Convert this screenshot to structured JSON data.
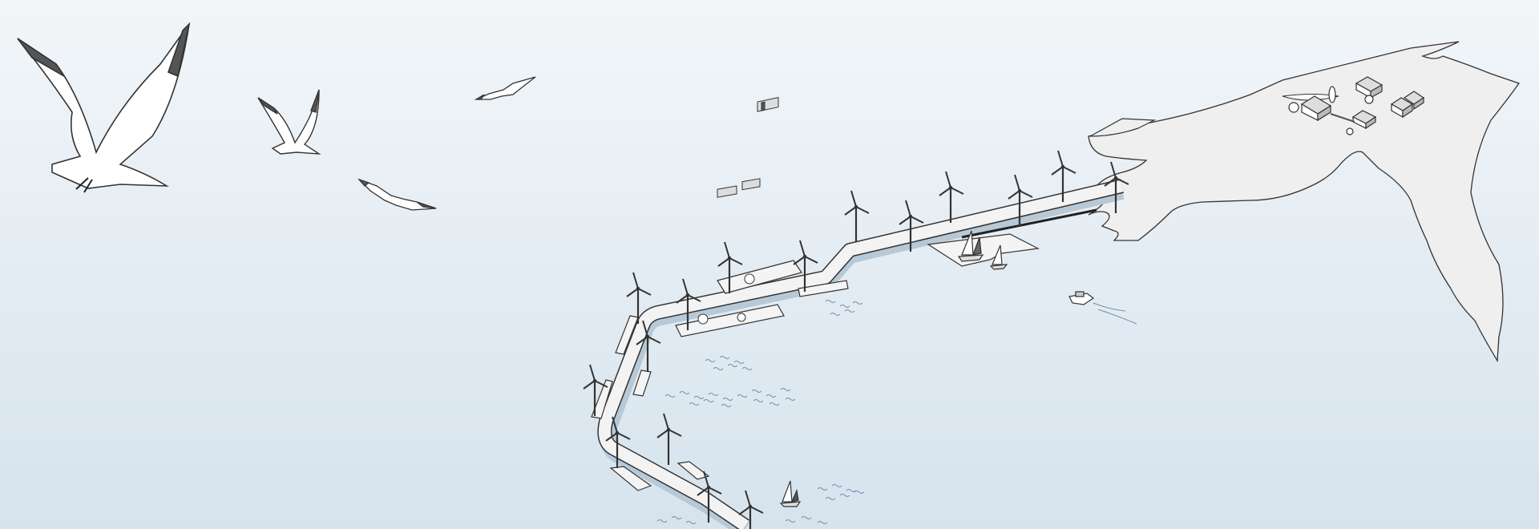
{
  "scene": {
    "title": "",
    "description_visible_text": "",
    "colors": {
      "sky_top": "#eef3f7",
      "sky_bottom": "#d7e4ee",
      "water": "#dce8f1",
      "land": "#efefef",
      "outline": "#333333",
      "wing_tip": "#555555",
      "boardwalk": "#f3f3f3",
      "boardwalk_edge": "#b7c9d6"
    },
    "elements": {
      "seagulls": [
        "seagull-large",
        "seagull-medium",
        "seagull-small-1",
        "seagull-small-2"
      ],
      "wind_turbine_count": 18,
      "sailboat_count": 3,
      "motorboat_count": 1,
      "house_count": 5
    }
  }
}
